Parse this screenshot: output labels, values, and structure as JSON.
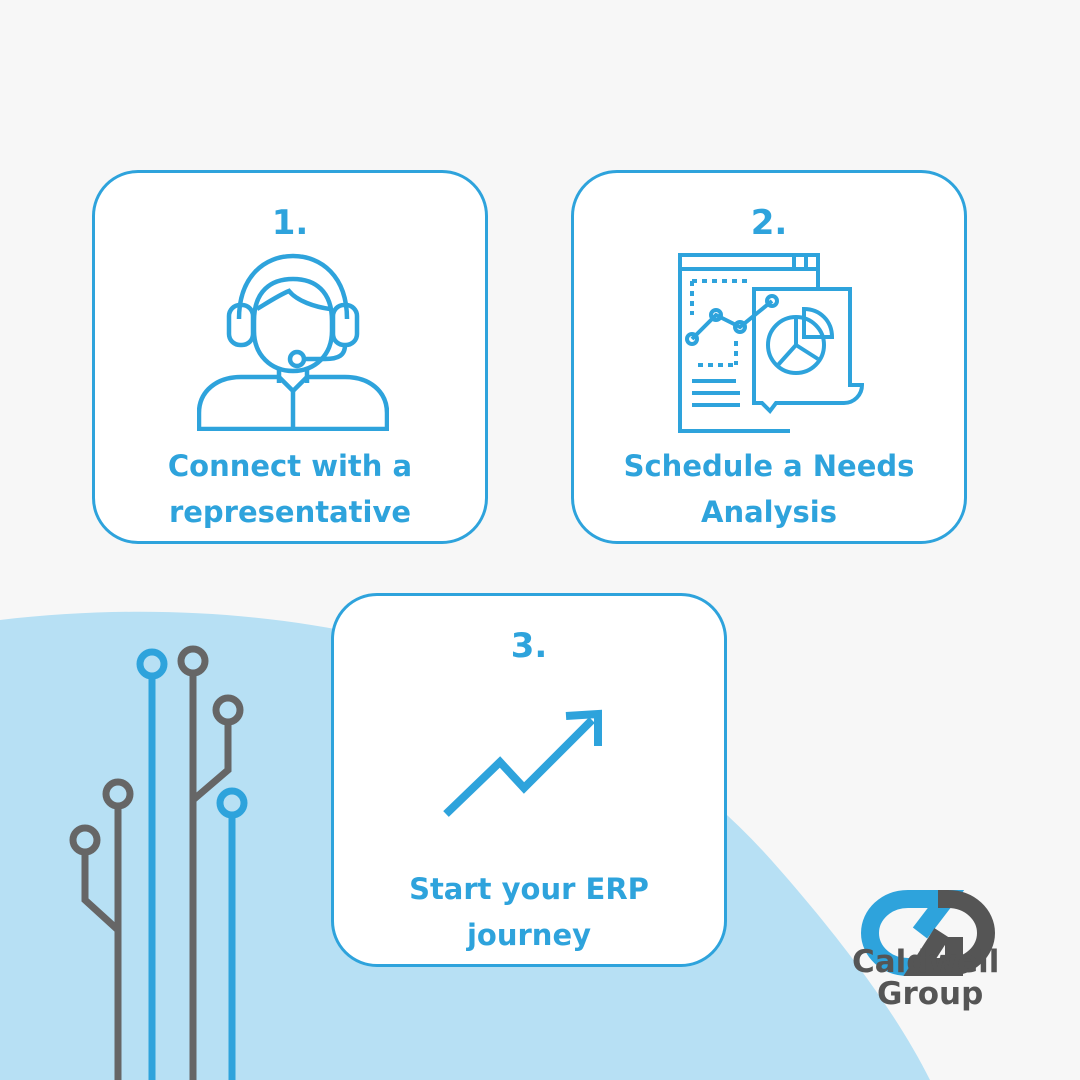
{
  "steps": [
    {
      "number": "1.",
      "label_line1": "Connect with a",
      "label_line2": "representative",
      "icon": "headset-agent-icon"
    },
    {
      "number": "2.",
      "label_line1": "Schedule a Needs",
      "label_line2": "Analysis",
      "icon": "analytics-report-icon"
    },
    {
      "number": "3.",
      "label_line1": "Start your ERP",
      "label_line2": "journey",
      "icon": "trending-up-arrow-icon"
    }
  ],
  "brand": {
    "line1": "Caldwell",
    "line2": "Group"
  },
  "colors": {
    "accent": "#2ea3dc",
    "light_blue": "#b7e0f4",
    "gray": "#555555",
    "background": "#f7f7f7"
  }
}
